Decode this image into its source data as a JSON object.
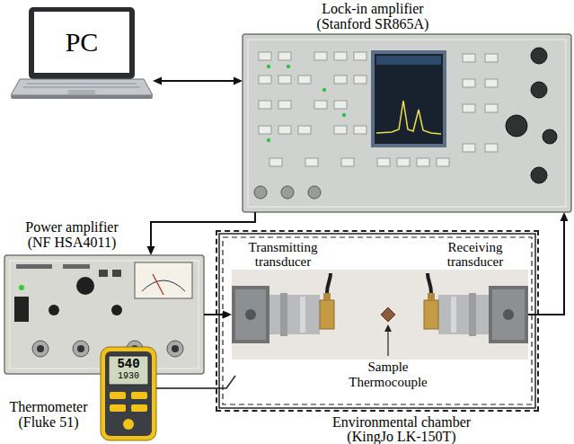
{
  "diagram": {
    "nodes": [
      {
        "text": [
          "PC"
        ]
      },
      {
        "text": [
          "Lock-in amplifier (Stanford SR865A)"
        ]
      },
      {
        "text": [
          "Power amplifier (NF HSA4011)"
        ]
      },
      {
        "text": [
          "Environmental chamber (KingJo LK-150T)"
        ]
      },
      {
        "text": [
          "Transmitting transducer"
        ],
        "in": 3
      },
      {
        "text": [
          "Receiving transducer"
        ],
        "in": 3
      },
      {
        "text": [
          "Thermometer (Fluke 51)"
        ]
      }
    ],
    "edges": [
      {
        "from": 0,
        "to": 1,
        "arrow": "both"
      },
      {
        "from": 1,
        "to": 2,
        "arrow": "to"
      },
      {
        "from": 2,
        "to": 4,
        "arrow": "to"
      },
      {
        "from": 5,
        "to": 1,
        "arrow": "to"
      },
      {
        "from": 6,
        "to": 3,
        "arrow": "none"
      }
    ],
    "labels": [
      "Sample",
      "Thermocouple",
      "540",
      "1930"
    ]
  }
}
